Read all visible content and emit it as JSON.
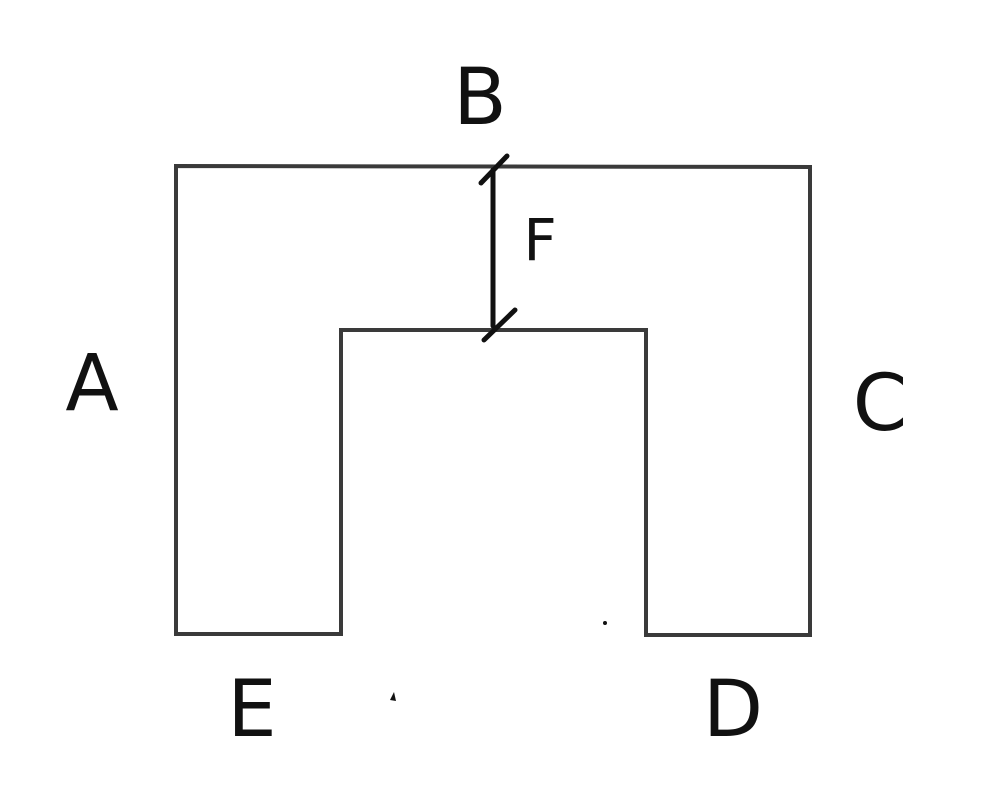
{
  "labels": {
    "a": "A",
    "b": "B",
    "c": "C",
    "d": "D",
    "e": "E",
    "f": "F"
  },
  "colors": {
    "outline": "#3a3a3a",
    "ink": "#111111",
    "background": "#ffffff"
  }
}
